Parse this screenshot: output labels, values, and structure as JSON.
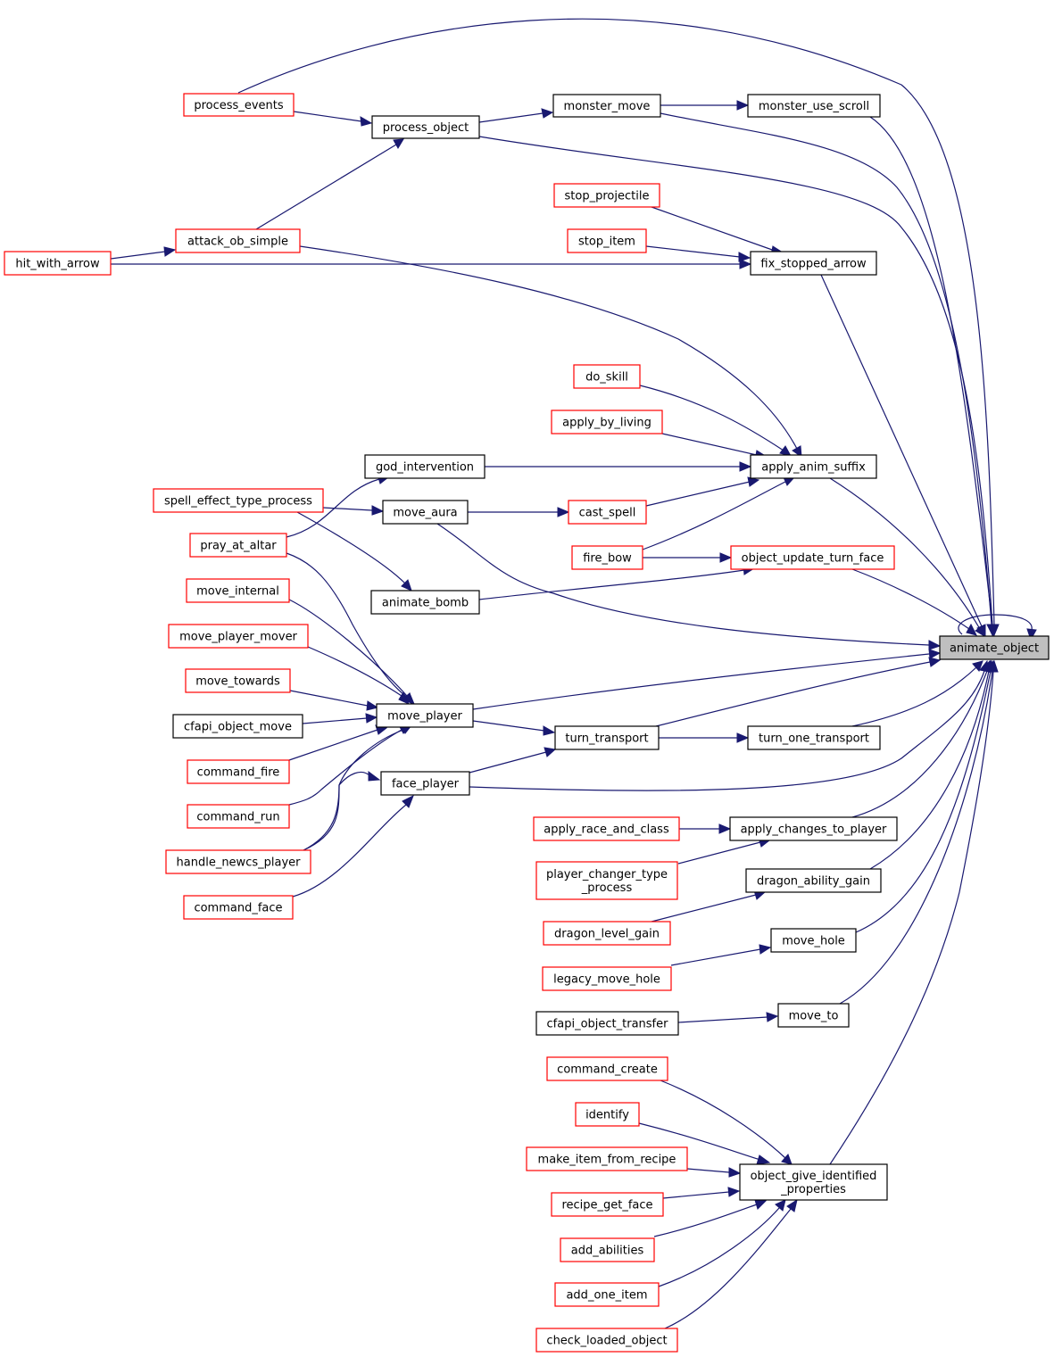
{
  "diagram": {
    "root": "animate_object",
    "nodes": [
      {
        "id": "animate_object",
        "label": [
          "animate_object"
        ],
        "border": "black",
        "root": true
      },
      {
        "id": "process_events",
        "label": [
          "process_events"
        ],
        "border": "red"
      },
      {
        "id": "process_object",
        "label": [
          "process_object"
        ],
        "border": "black"
      },
      {
        "id": "monster_move",
        "label": [
          "monster_move"
        ],
        "border": "black"
      },
      {
        "id": "monster_use_scroll",
        "label": [
          "monster_use_scroll"
        ],
        "border": "black"
      },
      {
        "id": "stop_projectile",
        "label": [
          "stop_projectile"
        ],
        "border": "red"
      },
      {
        "id": "stop_item",
        "label": [
          "stop_item"
        ],
        "border": "red"
      },
      {
        "id": "attack_ob_simple",
        "label": [
          "attack_ob_simple"
        ],
        "border": "red"
      },
      {
        "id": "hit_with_arrow",
        "label": [
          "hit_with_arrow"
        ],
        "border": "red"
      },
      {
        "id": "fix_stopped_arrow",
        "label": [
          "fix_stopped_arrow"
        ],
        "border": "black"
      },
      {
        "id": "do_skill",
        "label": [
          "do_skill"
        ],
        "border": "red"
      },
      {
        "id": "apply_by_living",
        "label": [
          "apply_by_living"
        ],
        "border": "red"
      },
      {
        "id": "god_intervention",
        "label": [
          "god_intervention"
        ],
        "border": "black"
      },
      {
        "id": "apply_anim_suffix",
        "label": [
          "apply_anim_suffix"
        ],
        "border": "black"
      },
      {
        "id": "spell_effect_type_process",
        "label": [
          "spell_effect_type_process"
        ],
        "border": "red"
      },
      {
        "id": "move_aura",
        "label": [
          "move_aura"
        ],
        "border": "black"
      },
      {
        "id": "cast_spell",
        "label": [
          "cast_spell"
        ],
        "border": "red"
      },
      {
        "id": "pray_at_altar",
        "label": [
          "pray_at_altar"
        ],
        "border": "red"
      },
      {
        "id": "fire_bow",
        "label": [
          "fire_bow"
        ],
        "border": "red"
      },
      {
        "id": "object_update_turn_face",
        "label": [
          "object_update_turn_face"
        ],
        "border": "red"
      },
      {
        "id": "move_internal",
        "label": [
          "move_internal"
        ],
        "border": "red"
      },
      {
        "id": "animate_bomb",
        "label": [
          "animate_bomb"
        ],
        "border": "black"
      },
      {
        "id": "move_player_mover",
        "label": [
          "move_player_mover"
        ],
        "border": "red"
      },
      {
        "id": "move_towards",
        "label": [
          "move_towards"
        ],
        "border": "red"
      },
      {
        "id": "cfapi_object_move",
        "label": [
          "cfapi_object_move"
        ],
        "border": "black"
      },
      {
        "id": "move_player",
        "label": [
          "move_player"
        ],
        "border": "black"
      },
      {
        "id": "turn_transport",
        "label": [
          "turn_transport"
        ],
        "border": "black"
      },
      {
        "id": "turn_one_transport",
        "label": [
          "turn_one_transport"
        ],
        "border": "black"
      },
      {
        "id": "command_fire",
        "label": [
          "command_fire"
        ],
        "border": "red"
      },
      {
        "id": "face_player",
        "label": [
          "face_player"
        ],
        "border": "black"
      },
      {
        "id": "command_run",
        "label": [
          "command_run"
        ],
        "border": "red"
      },
      {
        "id": "apply_race_and_class",
        "label": [
          "apply_race_and_class"
        ],
        "border": "red"
      },
      {
        "id": "apply_changes_to_player",
        "label": [
          "apply_changes_to_player"
        ],
        "border": "black"
      },
      {
        "id": "handle_newcs_player",
        "label": [
          "handle_newcs_player"
        ],
        "border": "red"
      },
      {
        "id": "player_changer_type_process",
        "label": [
          "player_changer_type",
          "_process"
        ],
        "border": "red"
      },
      {
        "id": "dragon_ability_gain",
        "label": [
          "dragon_ability_gain"
        ],
        "border": "black"
      },
      {
        "id": "command_face",
        "label": [
          "command_face"
        ],
        "border": "red"
      },
      {
        "id": "dragon_level_gain",
        "label": [
          "dragon_level_gain"
        ],
        "border": "red"
      },
      {
        "id": "move_hole",
        "label": [
          "move_hole"
        ],
        "border": "black"
      },
      {
        "id": "legacy_move_hole",
        "label": [
          "legacy_move_hole"
        ],
        "border": "red"
      },
      {
        "id": "cfapi_object_transfer",
        "label": [
          "cfapi_object_transfer"
        ],
        "border": "black"
      },
      {
        "id": "move_to",
        "label": [
          "move_to"
        ],
        "border": "black"
      },
      {
        "id": "command_create",
        "label": [
          "command_create"
        ],
        "border": "red"
      },
      {
        "id": "identify",
        "label": [
          "identify"
        ],
        "border": "red"
      },
      {
        "id": "make_item_from_recipe",
        "label": [
          "make_item_from_recipe"
        ],
        "border": "red"
      },
      {
        "id": "object_give_identified_properties",
        "label": [
          "object_give_identified",
          "_properties"
        ],
        "border": "black"
      },
      {
        "id": "recipe_get_face",
        "label": [
          "recipe_get_face"
        ],
        "border": "red"
      },
      {
        "id": "add_abilities",
        "label": [
          "add_abilities"
        ],
        "border": "red"
      },
      {
        "id": "add_one_item",
        "label": [
          "add_one_item"
        ],
        "border": "red"
      },
      {
        "id": "check_loaded_object",
        "label": [
          "check_loaded_object"
        ],
        "border": "red"
      }
    ],
    "edges": [
      [
        "animate_object",
        "animate_object"
      ],
      [
        "process_events",
        "animate_object"
      ],
      [
        "process_events",
        "process_object"
      ],
      [
        "process_object",
        "animate_object"
      ],
      [
        "process_object",
        "monster_move"
      ],
      [
        "monster_move",
        "animate_object"
      ],
      [
        "monster_move",
        "monster_use_scroll"
      ],
      [
        "monster_use_scroll",
        "animate_object"
      ],
      [
        "attack_ob_simple",
        "process_object"
      ],
      [
        "attack_ob_simple",
        "apply_anim_suffix"
      ],
      [
        "hit_with_arrow",
        "attack_ob_simple"
      ],
      [
        "hit_with_arrow",
        "fix_stopped_arrow"
      ],
      [
        "stop_projectile",
        "fix_stopped_arrow"
      ],
      [
        "stop_item",
        "fix_stopped_arrow"
      ],
      [
        "fix_stopped_arrow",
        "animate_object"
      ],
      [
        "do_skill",
        "apply_anim_suffix"
      ],
      [
        "apply_by_living",
        "apply_anim_suffix"
      ],
      [
        "god_intervention",
        "apply_anim_suffix"
      ],
      [
        "cast_spell",
        "apply_anim_suffix"
      ],
      [
        "fire_bow",
        "apply_anim_suffix"
      ],
      [
        "fire_bow",
        "object_update_turn_face"
      ],
      [
        "apply_anim_suffix",
        "animate_object"
      ],
      [
        "spell_effect_type_process",
        "move_aura"
      ],
      [
        "spell_effect_type_process",
        "animate_bomb"
      ],
      [
        "move_aura",
        "cast_spell"
      ],
      [
        "move_aura",
        "animate_object"
      ],
      [
        "pray_at_altar",
        "god_intervention"
      ],
      [
        "pray_at_altar",
        "move_player"
      ],
      [
        "object_update_turn_face",
        "animate_object"
      ],
      [
        "animate_bomb",
        "object_update_turn_face"
      ],
      [
        "move_internal",
        "move_player"
      ],
      [
        "move_player_mover",
        "move_player"
      ],
      [
        "move_towards",
        "move_player"
      ],
      [
        "cfapi_object_move",
        "move_player"
      ],
      [
        "command_fire",
        "move_player"
      ],
      [
        "command_run",
        "move_player"
      ],
      [
        "handle_newcs_player",
        "move_player"
      ],
      [
        "move_player",
        "animate_object"
      ],
      [
        "move_player",
        "turn_transport"
      ],
      [
        "turn_transport",
        "animate_object"
      ],
      [
        "turn_transport",
        "turn_one_transport"
      ],
      [
        "turn_one_transport",
        "animate_object"
      ],
      [
        "face_player",
        "turn_transport"
      ],
      [
        "face_player",
        "animate_object"
      ],
      [
        "handle_newcs_player",
        "face_player"
      ],
      [
        "command_face",
        "face_player"
      ],
      [
        "apply_race_and_class",
        "apply_changes_to_player"
      ],
      [
        "player_changer_type_process",
        "apply_changes_to_player"
      ],
      [
        "apply_changes_to_player",
        "animate_object"
      ],
      [
        "dragon_level_gain",
        "dragon_ability_gain"
      ],
      [
        "dragon_ability_gain",
        "animate_object"
      ],
      [
        "legacy_move_hole",
        "move_hole"
      ],
      [
        "move_hole",
        "animate_object"
      ],
      [
        "cfapi_object_transfer",
        "move_to"
      ],
      [
        "move_to",
        "animate_object"
      ],
      [
        "command_create",
        "object_give_identified_properties"
      ],
      [
        "identify",
        "object_give_identified_properties"
      ],
      [
        "make_item_from_recipe",
        "object_give_identified_properties"
      ],
      [
        "recipe_get_face",
        "object_give_identified_properties"
      ],
      [
        "add_abilities",
        "object_give_identified_properties"
      ],
      [
        "add_one_item",
        "object_give_identified_properties"
      ],
      [
        "check_loaded_object",
        "object_give_identified_properties"
      ],
      [
        "object_give_identified_properties",
        "animate_object"
      ]
    ],
    "colors": {
      "edge": "#191970",
      "internal_border": "#000000",
      "truncated_border": "#ff0000",
      "root_fill": "#bfbfbf",
      "node_fill": "#ffffff"
    }
  }
}
